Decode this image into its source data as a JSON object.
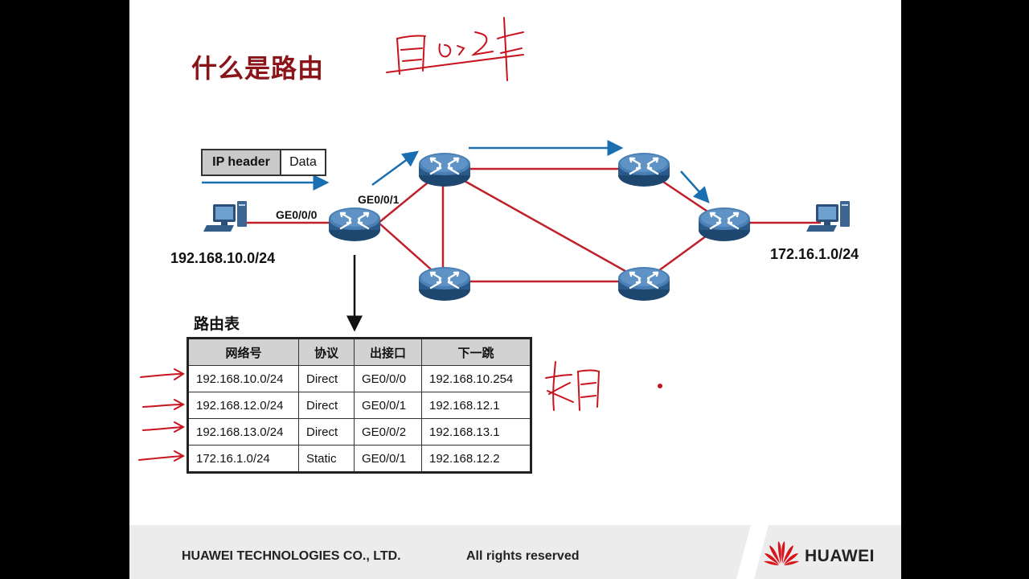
{
  "slide": {
    "title": "什么是路由",
    "packet": {
      "header_label": "IP header",
      "data_label": "Data"
    },
    "interfaces": {
      "ge000": "GE0/0/0",
      "ge001": "GE0/0/1"
    },
    "networks": {
      "left": "192.168.10.0/24",
      "right": "172.16.1.0/24"
    },
    "routing_table": {
      "title": "路由表",
      "columns": [
        "网络号",
        "协议",
        "出接口",
        "下一跳"
      ],
      "rows": [
        [
          "192.168.10.0/24",
          "Direct",
          "GE0/0/0",
          "192.168.10.254"
        ],
        [
          "192.168.12.0/24",
          "Direct",
          "GE0/0/1",
          "192.168.12.1"
        ],
        [
          "192.168.13.0/24",
          "Direct",
          "GE0/0/2",
          "192.168.13.1"
        ],
        [
          "172.16.1.0/24",
          "Static",
          "GE0/0/1",
          "192.168.12.2"
        ]
      ]
    }
  },
  "footer": {
    "company": "HUAWEI TECHNOLOGIES CO., LTD.",
    "rights": "All rights reserved",
    "brand": "HUAWEI"
  },
  "colors": {
    "title": "#8b1418",
    "link": "#c0202a",
    "flow_arrow": "#1a6fb0",
    "router_body": "#2f5f8f",
    "annotation_ink": "#c8141e"
  }
}
